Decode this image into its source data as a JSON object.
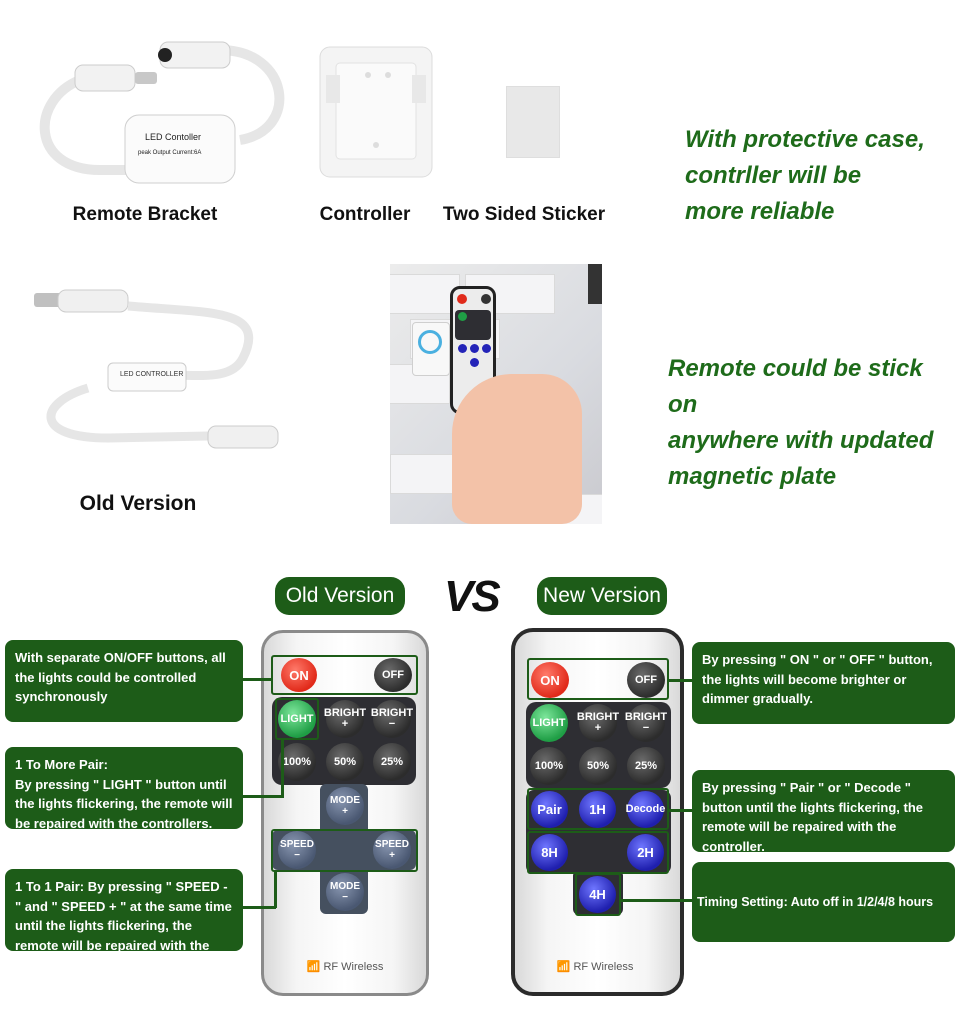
{
  "products": {
    "remote_bracket_caption": "Remote Bracket",
    "controller_caption": "Controller",
    "sticker_caption": "Two Sided Sticker",
    "old_version_caption": "Old Version",
    "controller_label_line1": "LED Contoller",
    "controller_label_line2": "peak Output Current:6A",
    "old_controller_label": "LED CONTROLLER"
  },
  "promo": {
    "case_text": [
      "With protective  case,",
      "contrller will be",
      "more reliable"
    ],
    "magnet_text": [
      "Remote could be stick on",
      "anywhere with updated",
      "magnetic plate"
    ]
  },
  "comparison": {
    "old_label": "Old Version",
    "vs_label": "VS",
    "new_label": "New Version"
  },
  "callouts": {
    "old_onoff": "With separate ON/OFF buttons, all the lights could be controlled synchronously",
    "old_pair_title": "1 To More Pair:",
    "old_pair_body": "By pressing \" LIGHT \" button until the lights flickering, the remote will be repaired with the controllers.",
    "old_speed": "1 To 1 Pair: By pressing \" SPEED - \" and \" SPEED + \" at the same time until the lights  flickering, the remote will be  repaired with the controller",
    "new_onoff": "By pressing \" ON \" or \" OFF \" button, the lights will become brighter or dimmer gradually.",
    "new_pair": "By pressing \" Pair \" or \" Decode \" button until the lights flickering, the remote will be repaired with the controller.",
    "new_timing": "Timing Setting: Auto off in 1/2/4/8 hours"
  },
  "old_remote": {
    "on": "ON",
    "off": "OFF",
    "light": "LIGHT",
    "bright_plus": "BRIGHT",
    "bright_plus_sign": "+",
    "bright_minus": "BRIGHT",
    "bright_minus_sign": "−",
    "p100": "100%",
    "p50": "50%",
    "p25": "25%",
    "mode_plus": "MODE",
    "mode_plus_sign": "+",
    "speed_minus": "SPEED",
    "speed_minus_sign": "−",
    "speed_plus": "SPEED",
    "speed_plus_sign": "+",
    "mode_minus": "MODE",
    "mode_minus_sign": "−",
    "rf": "RF Wireless"
  },
  "new_remote": {
    "on": "ON",
    "off": "OFF",
    "light": "LIGHT",
    "bright_plus": "BRIGHT",
    "bright_plus_sign": "+",
    "bright_minus": "BRIGHT",
    "bright_minus_sign": "−",
    "p100": "100%",
    "p50": "50%",
    "p25": "25%",
    "pair": "Pair",
    "h1": "1H",
    "decode": "Decode",
    "h8": "8H",
    "h2": "2H",
    "h4": "4H",
    "rf": "RF Wireless"
  },
  "colors": {
    "accent_green": "#1d5c18",
    "promo_green": "#1e6b1a"
  },
  "icons": {
    "wifi": "wifi-icon"
  }
}
